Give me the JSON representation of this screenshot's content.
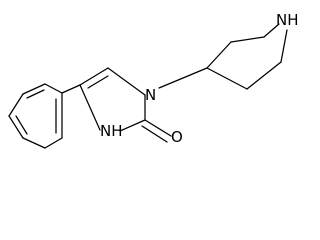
{
  "molecule": {
    "atoms": {
      "nh_piperidine": "NH",
      "n_imidazolone": "N",
      "nh_imidazolone": "NH",
      "o_carbonyl": "O"
    }
  },
  "colors": {
    "background": "#ffffff",
    "ink": "#000000"
  }
}
